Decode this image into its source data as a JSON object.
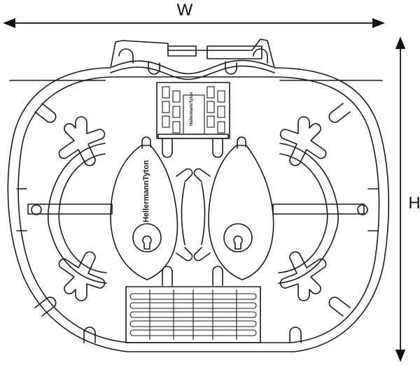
{
  "dimensions": {
    "width_label": "W",
    "height_label": "H"
  },
  "brand": {
    "tray_text": "HellermannTyton",
    "connector_text": "HellermannTyton"
  },
  "colors": {
    "line": "#1a1a1a",
    "background": "#ffffff"
  }
}
